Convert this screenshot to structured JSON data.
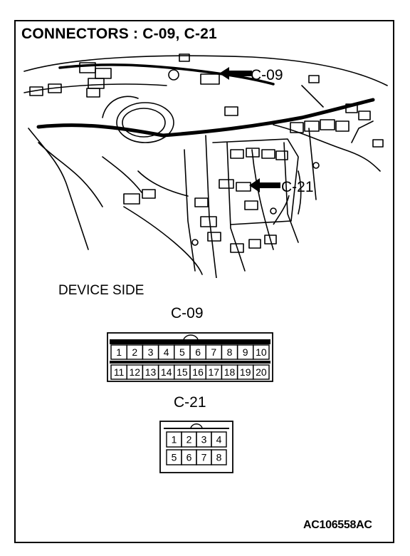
{
  "title": "CONNECTORS : C-09, C-21",
  "callouts": {
    "c09": "C-09",
    "c21": "C-21"
  },
  "device_side": "DEVICE SIDE",
  "connectors": {
    "c09": {
      "label": "C-09",
      "pins": [
        "1",
        "2",
        "3",
        "4",
        "5",
        "6",
        "7",
        "8",
        "9",
        "10",
        "11",
        "12",
        "13",
        "14",
        "15",
        "16",
        "17",
        "18",
        "19",
        "20"
      ]
    },
    "c21": {
      "label": "C-21",
      "pins": [
        "1",
        "2",
        "3",
        "4",
        "5",
        "6",
        "7",
        "8"
      ]
    }
  },
  "ref_code": "AC106558AC"
}
